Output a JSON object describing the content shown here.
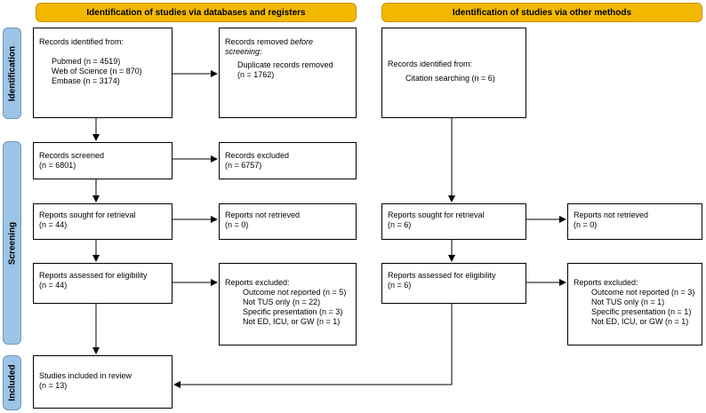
{
  "headers": {
    "databases": "Identification of studies via databases and registers",
    "other": "Identification of studies via other methods"
  },
  "stages": {
    "identification": "Identification",
    "screening": "Screening",
    "included": "Included"
  },
  "db": {
    "identified": {
      "title": "Records identified from:",
      "items": [
        "Pubmed (n = 4519)",
        "Web of Science (n = 870)",
        "Embase (n = 3174)"
      ]
    },
    "removed": {
      "title_part1": "Records removed ",
      "title_italic": "before",
      "title_part2": "screening",
      "title_colon": ":",
      "item": "Duplicate records removed",
      "count": "(n = 1762)"
    },
    "screened": {
      "title": "Records screened",
      "count": "(n = 6801)"
    },
    "excluded": {
      "title": "Records excluded",
      "count": "(n = 6757)"
    },
    "sought": {
      "title": "Reports sought for retrieval",
      "count": "(n = 44)"
    },
    "not_retrieved": {
      "title": "Reports not retrieved",
      "count": "(n = 0)"
    },
    "assessed": {
      "title": "Reports assessed for eligibility",
      "count": "(n = 44)"
    },
    "reports_excluded": {
      "title": "Reports excluded:",
      "items": [
        "Outcome not reported (n = 5)",
        "Not TUS only (n = 22)",
        "Specific presentation (n = 3)",
        "Not ED, ICU, or GW (n = 1)"
      ]
    },
    "included": {
      "title": "Studies included in review",
      "count": "(n = 13)"
    }
  },
  "other": {
    "identified": {
      "title": "Records identified from:",
      "item": "Citation searching (n = 6)"
    },
    "sought": {
      "title": "Reports sought for retrieval",
      "count": "(n = 6)"
    },
    "not_retrieved": {
      "title": "Reports not retrieved",
      "count": "(n = 0)"
    },
    "assessed": {
      "title": "Reports assessed for eligibility",
      "count": "(n = 6)"
    },
    "reports_excluded": {
      "title": "Reports excluded:",
      "items": [
        "Outcome not reported (n = 3)",
        "Not TUS only (n = 1)",
        "Specific presentation (n = 1)",
        "Not ED, ICU, or GW (n = 1)"
      ]
    }
  }
}
